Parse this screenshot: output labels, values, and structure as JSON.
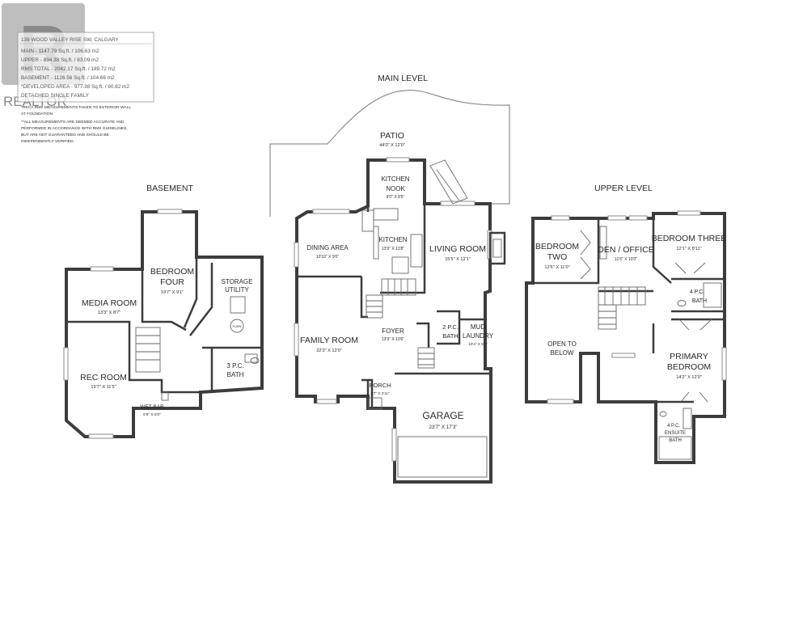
{
  "watermark": {
    "text": "REALTOR",
    "logo": "R"
  },
  "info_box": {
    "address": "139 WOOD VALLEY RISE SW, CALGARY",
    "lines": [
      "MAIN - 1147.79 Sq.ft. / 106.63 m2",
      "UPPER - 894.38 Sq.ft. / 83.09 m2",
      "RMS TOTAL - 2042.17 Sq.ft. / 189.72 m2",
      "BASEMENT - 1126.56 Sq.ft. / 104.66 m2",
      "*DEVELOPED AREA - 977.38 Sq.ft. / 90.82 m2",
      "DETACHED SINGLE FAMILY"
    ],
    "notes": [
      "*RECA RMS MEASUREMENTS TAKEN TO EXTERIOR WALL",
      "AT FOUNDATION",
      "**ALL MEASUREMENTS ARE DEEMED ACCURATE AND",
      "PERFORMED IN ACCORDANCE WITH RMS GUIDELINES,",
      "BUT ARE NOT GUARANTEED AND SHOULD BE",
      "INDEPENDENTLY VERIFIED."
    ]
  },
  "levels": {
    "basement": "BASEMENT",
    "main": "MAIN LEVEL",
    "upper": "UPPER LEVEL"
  },
  "rooms": {
    "media": {
      "name": "MEDIA ROOM",
      "dim": "13'3\" X 8'7\""
    },
    "rec": {
      "name": "REC ROOM",
      "dim": "19'7\" X 11'5\""
    },
    "bed4_a": "BEDROOM",
    "bed4_b": "FOUR",
    "bed4_dim": "19'7\" X 9'1\"",
    "storage_a": "STORAGE",
    "storage_b": "UTILITY",
    "bath3_a": "3 P.C.",
    "bath3_b": "BATH",
    "wetbar": {
      "name": "WET BAR",
      "dim": "6'5\" X 5'0\""
    },
    "furnace": "FURN",
    "patio": {
      "name": "PATIO",
      "dim": "44'0\" X 12'0\""
    },
    "nook_a": "KITCHEN",
    "nook_b": "NOOK",
    "nook_dim": "9'0\" X 8'5\"",
    "dining": {
      "name": "DINING AREA",
      "dim": "10'10\" X 9'0\""
    },
    "kitchen": {
      "name": "KITCHEN",
      "dim": "13'9\" X 13'8\""
    },
    "living": {
      "name": "LIVING ROOM",
      "dim": "15'5\" X 12'1\""
    },
    "family": {
      "name": "FAMILY ROOM",
      "dim": "22'3\" X 12'0\""
    },
    "foyer": {
      "name": "FOYER",
      "dim": "13'9\" X 10'6\""
    },
    "bath2_a": "2 P.C.",
    "bath2_b": "BATH",
    "mud_a": "MUD",
    "mud_b": "LAUNDRY",
    "mud_dim": "10'4\" X 5'1\"",
    "porch": {
      "name": "PORCH",
      "dim": "4'7\" X 3'11\""
    },
    "garage": {
      "name": "GARAGE",
      "dim": "23'7\" X 17'3\""
    },
    "bed2_a": "BEDROOM",
    "bed2_b": "TWO",
    "bed2_dim": "12'6\" X 11'0\"",
    "den": {
      "name": "DEN / OFFICE",
      "dim": "11'6\" X 10'0\""
    },
    "bed3": {
      "name": "BEDROOM THREE",
      "dim": "12'1\" X 8'11\""
    },
    "bath4_a": "4 P.C.",
    "bath4_b": "BATH",
    "open_a": "OPEN TO",
    "open_b": "BELOW",
    "primary_a": "PRIMARY",
    "primary_b": "BEDROOM",
    "primary_dim": "14'2\" X 12'0\"",
    "ensuite_a": "4 P.C.",
    "ensuite_b": "ENSUITE",
    "ensuite_c": "BATH"
  }
}
